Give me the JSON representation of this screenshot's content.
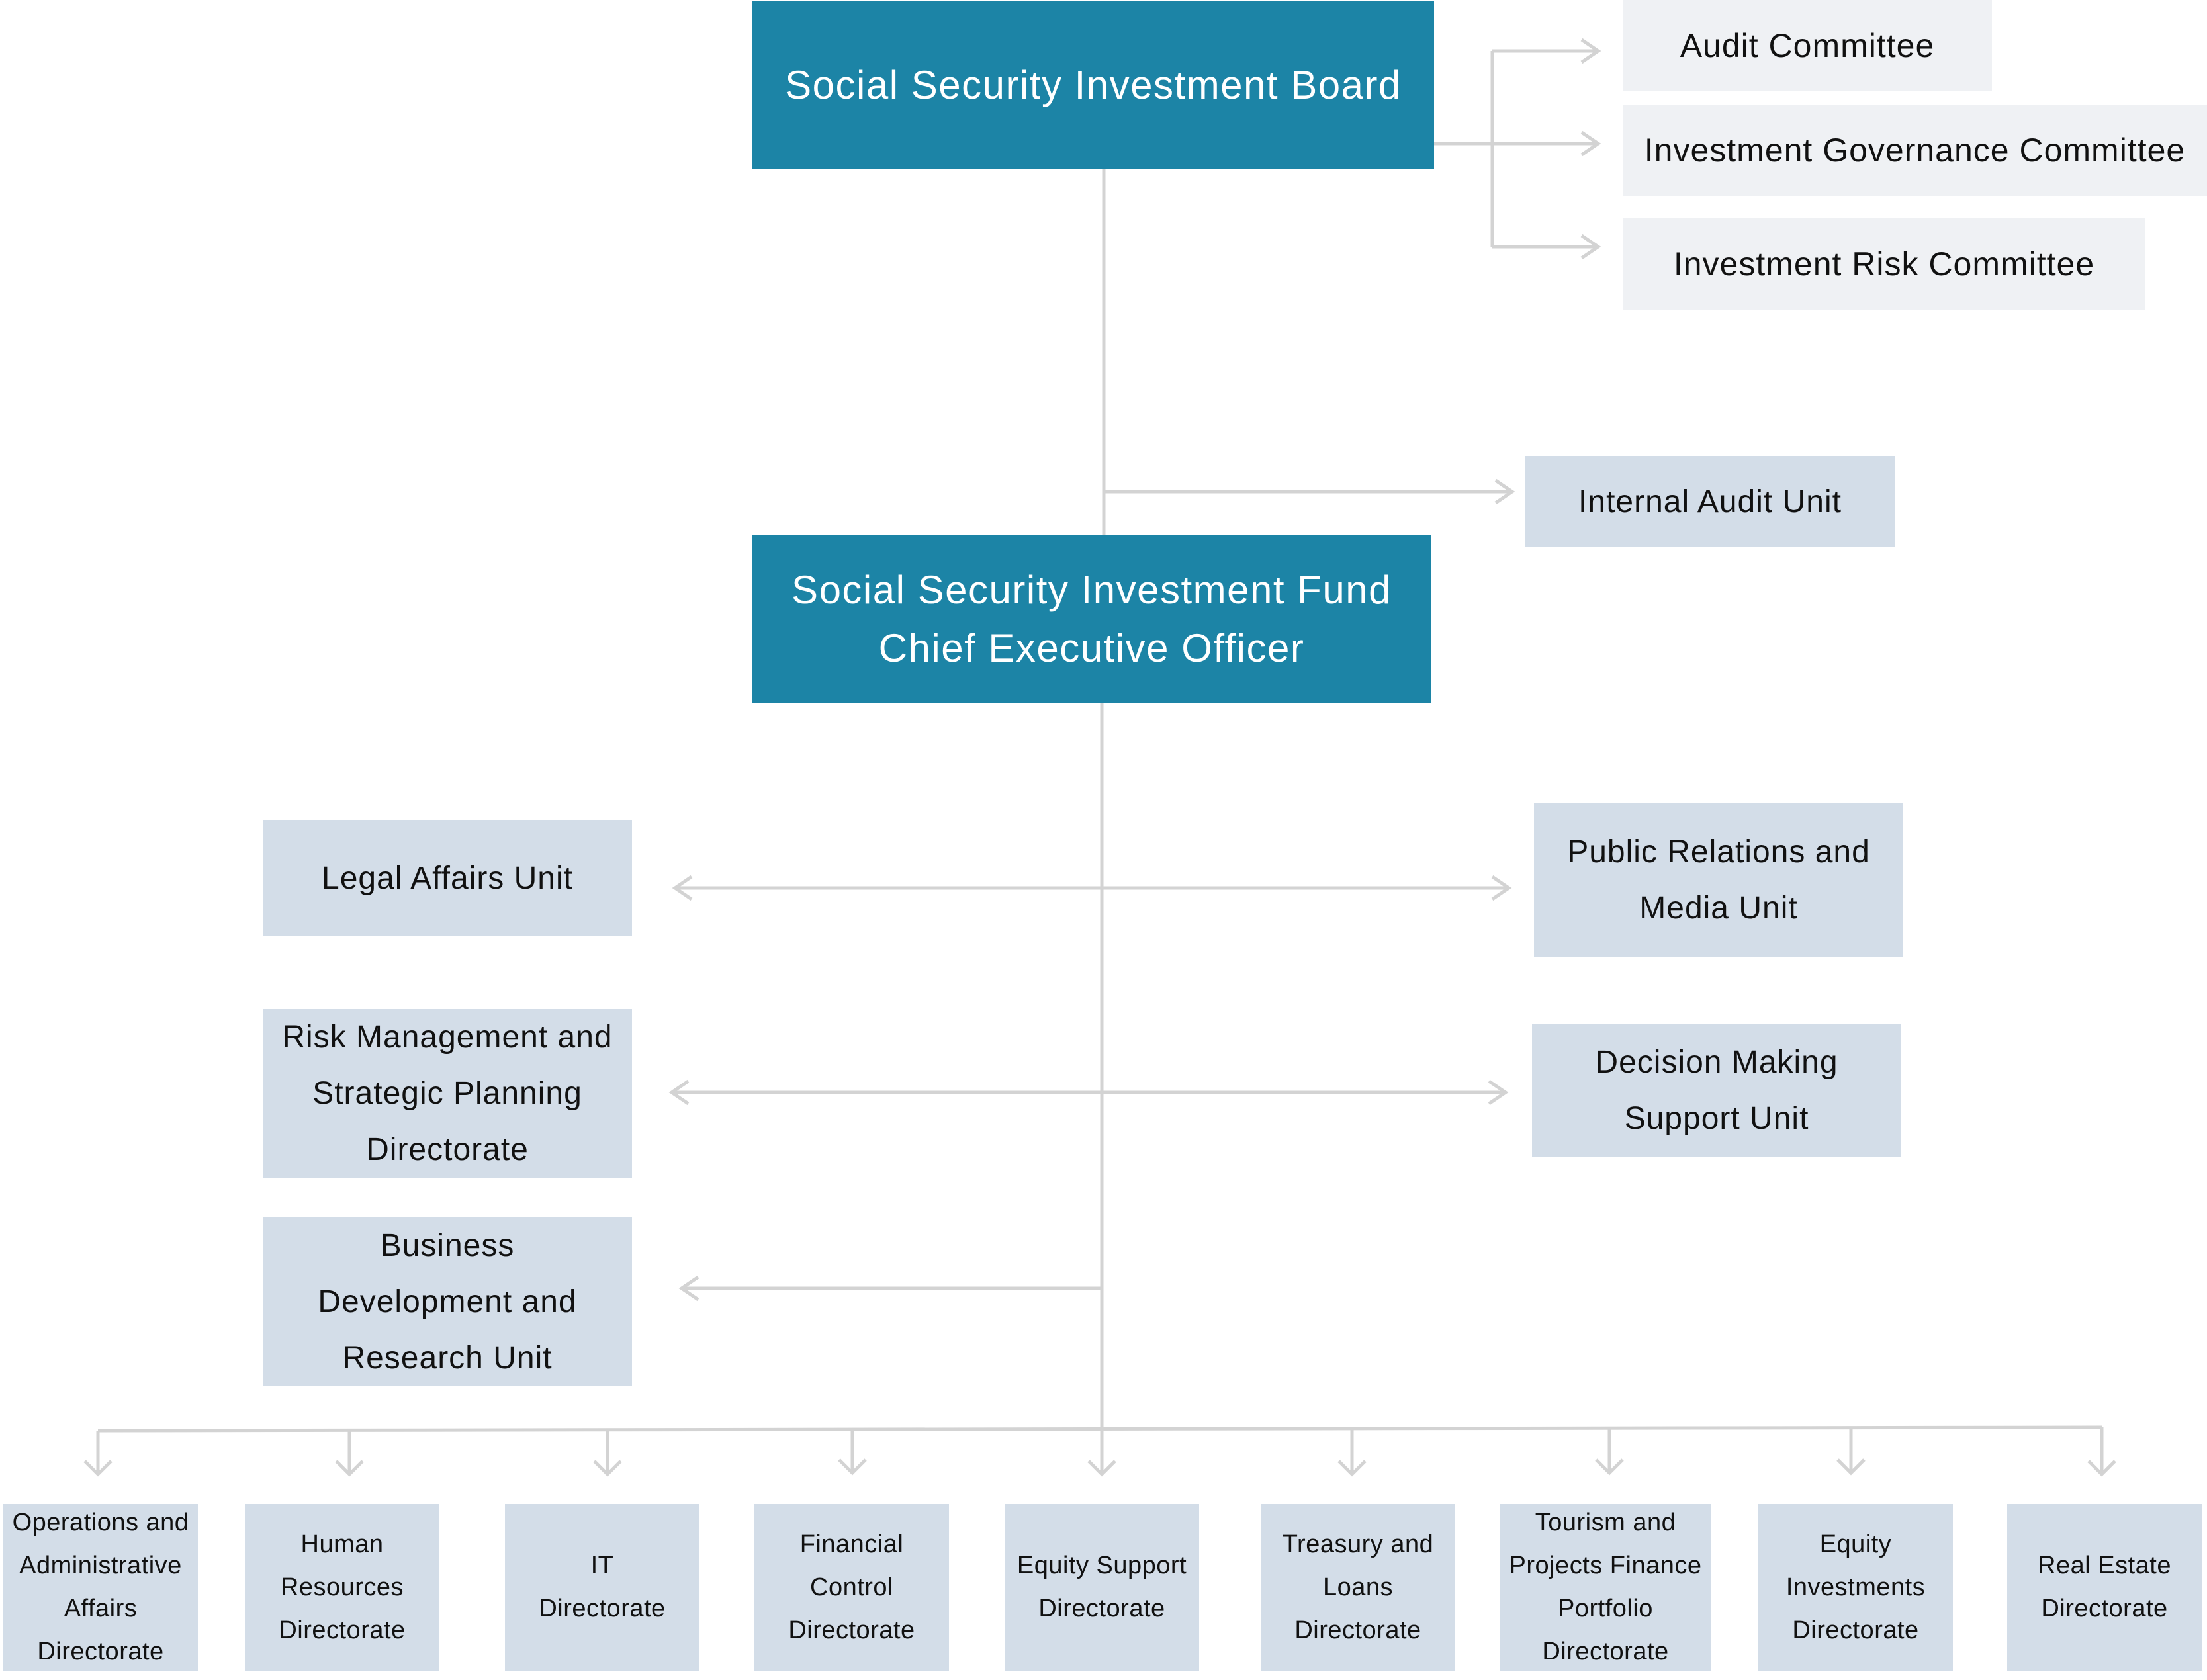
{
  "board": {
    "title": "Social Security Investment Board"
  },
  "committees": [
    {
      "label": "Audit Committee"
    },
    {
      "label": "Investment Governance Committee"
    },
    {
      "label": "Investment Risk Committee"
    }
  ],
  "internal_audit": {
    "label": "Internal Audit Unit"
  },
  "ceo": {
    "title": "Social Security Investment Fund\nChief Executive Officer"
  },
  "staff_units_left": [
    {
      "label": "Legal Affairs Unit"
    },
    {
      "label": "Risk Management and\nStrategic Planning\nDirectorate"
    },
    {
      "label": "Business\nDevelopment and\nResearch Unit"
    }
  ],
  "staff_units_right": [
    {
      "label": "Public Relations and\nMedia Unit"
    },
    {
      "label": "Decision Making\nSupport Unit"
    }
  ],
  "directorates": [
    {
      "label": "Operations and\nAdministrative\nAffairs\nDirectorate"
    },
    {
      "label": "Human\nResources\nDirectorate"
    },
    {
      "label": "IT\nDirectorate"
    },
    {
      "label": "Financial\nControl\nDirectorate"
    },
    {
      "label": "Equity Support\nDirectorate"
    },
    {
      "label": "Treasury and\nLoans\nDirectorate"
    },
    {
      "label": "Tourism  and\nProjects Finance\nPortfolio\nDirectorate"
    },
    {
      "label": "Equity\nInvestments\nDirectorate"
    },
    {
      "label": "Real Estate\nDirectorate"
    }
  ],
  "colors": {
    "primary_box": "#1c84a6",
    "committee_box": "#eff1f4",
    "unit_box": "#d3dde8",
    "connector": "#d0d0d0"
  }
}
